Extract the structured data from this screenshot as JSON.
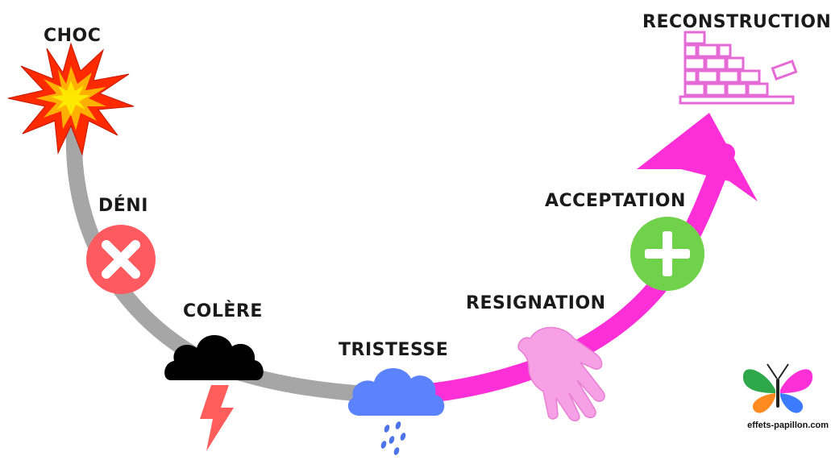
{
  "stages": [
    {
      "label": "CHOC",
      "icon": "explosion-icon"
    },
    {
      "label": "DÉNI",
      "icon": "cross-icon"
    },
    {
      "label": "COLÈRE",
      "icon": "storm-cloud-icon"
    },
    {
      "label": "TRISTESSE",
      "icon": "rain-cloud-icon"
    },
    {
      "label": "RESIGNATION",
      "icon": "open-hand-icon"
    },
    {
      "label": "ACCEPTATION",
      "icon": "plus-icon"
    },
    {
      "label": "RECONSTRUCTION",
      "icon": "brick-wall-icon"
    }
  ],
  "watermark": {
    "text": "effets-papillon.com",
    "icon": "butterfly-icon"
  },
  "colors": {
    "grey_path": "#a6a6a6",
    "pink_path": "#ff2fd8",
    "deni": "#ff5a5f",
    "acceptation": "#6fd24a",
    "colere_cloud": "#000000",
    "lightning": "#ff5c5c",
    "tristesse_cloud": "#5b82ff",
    "rain": "#4a74e8",
    "hand": "#f7a0e6",
    "brick": "#e66ad6",
    "explosion_outer": "#ff2a00",
    "explosion_inner": "#ffd400"
  }
}
